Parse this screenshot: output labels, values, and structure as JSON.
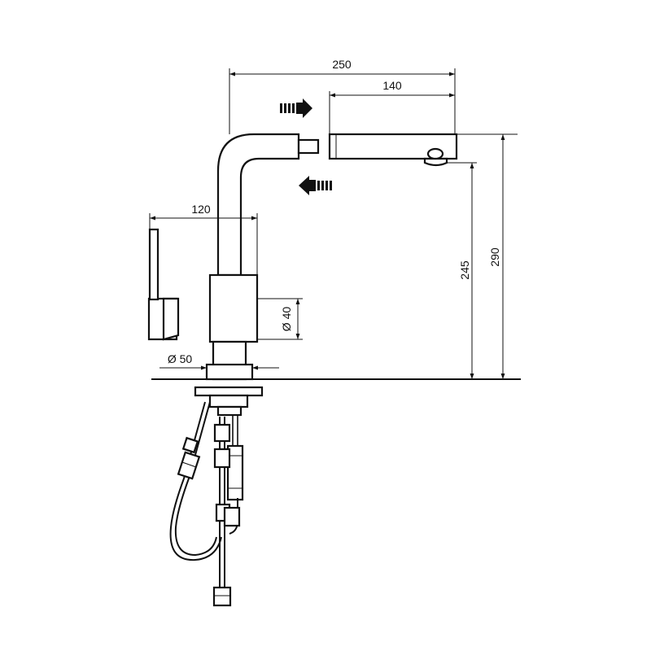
{
  "dimensions": {
    "overall_reach": "250",
    "pullout_length": "140",
    "handle_width": "120",
    "spout_height": "245",
    "total_height": "290",
    "body_diameter": "Ø 40",
    "base_diameter": "Ø 50"
  },
  "icons": {
    "pull_out_arrow": "arrow-right-icon",
    "push_in_arrow": "arrow-left-icon"
  }
}
